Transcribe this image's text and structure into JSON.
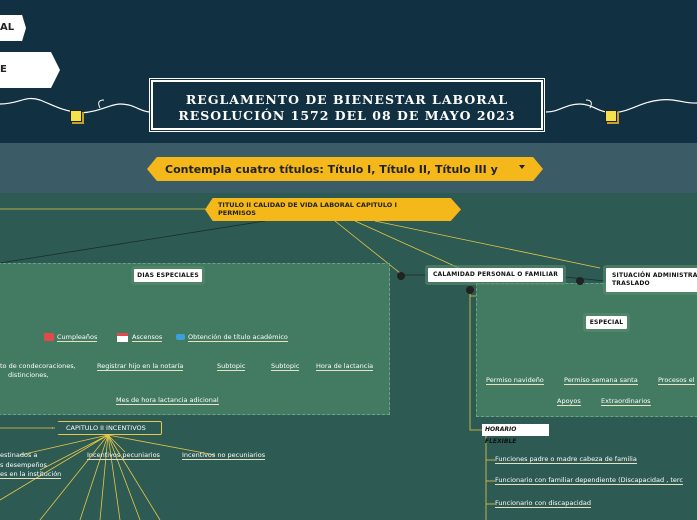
{
  "tags": {
    "tag1": "AL",
    "tag2": "E"
  },
  "main_title": {
    "line1": "REGLAMENTO  DE  BIENESTAR  LABORAL",
    "line2": "RESOLUCIÓN  1572  DEL  08   DE  MAYO  2023"
  },
  "banner": {
    "text": "Contempla cuatro títulos: Título I, Título II, Título III y"
  },
  "titulo2": {
    "line1": "TITULO II   CALIDAD DE VIDA LABORAL CAPITULO I",
    "line2": "PERMISOS"
  },
  "dias": {
    "label": "DIAS ESPECIALES",
    "cumple": "Cumpleaños",
    "ascensos": "Ascensos",
    "titulo": "Obtención de título académico",
    "condec1": "to de condecoraciones,",
    "condec2": "distinciones,",
    "registrar": "Registrar hijo en la notaría",
    "subtopic1": "Subtopic",
    "subtopic2": "Subtopic",
    "lactancia": "Hora de lactancia",
    "mes": "Mes de hora lactancia adicional"
  },
  "calamidad": {
    "label": "CALAMIDAD PERSONAL O FAMILIAR"
  },
  "situacion": {
    "line1": "SITUACIÓN ADMINISTRAT",
    "line2": "TRASLADO"
  },
  "especial": {
    "label": "ESPECIAL",
    "nav": "Permiso navideño",
    "santa": "Permiso semana santa",
    "procesos": "Procesos el",
    "apoyos": "Apoyos",
    "extra": "Extraordinarios"
  },
  "horario": {
    "label": "HORARIO FLEXIBLE",
    "item1": "Funciones padre o madre cabeza de familia",
    "item2": "Funcionario con familiar dependiente (Discapacidad ,  terc",
    "item3": "Funcionario con discapacidad"
  },
  "capitulo2": {
    "label": "CAPITULO II INCENTIVOS",
    "pec": "Incentivos  pecuniarios",
    "nopec": "Incentivos no pecuniarios",
    "dest1": "estinados a",
    "dest2": "s desempeños",
    "dest3": "es en la institución"
  }
}
